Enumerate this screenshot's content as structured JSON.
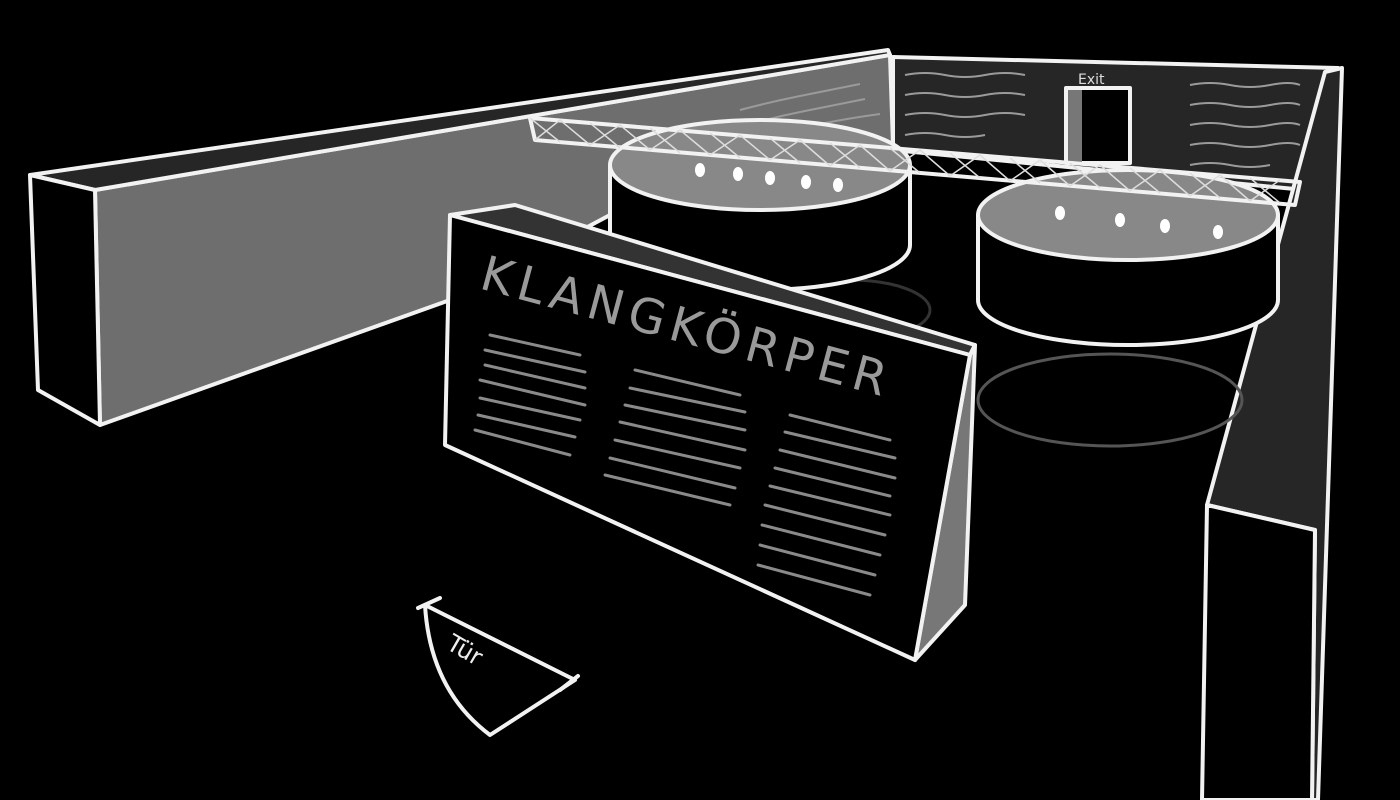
{
  "sketch": {
    "panel_title": "KLANGKÖRPER",
    "exit_label": "Exit",
    "door_label": "Tür"
  },
  "colors": {
    "background": "#000000",
    "line": "#f2f2f2",
    "wall_grey": "#6e6e6e",
    "dark_grey": "#262626"
  }
}
